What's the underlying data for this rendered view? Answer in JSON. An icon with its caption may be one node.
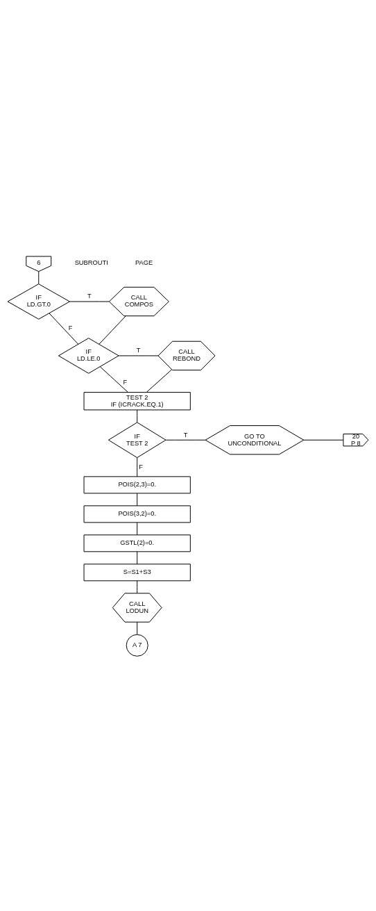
{
  "diagram": {
    "nodes": [
      {
        "text": [
          "6"
        ]
      },
      {
        "text": [
          "IF",
          "LD.GT.0"
        ]
      },
      {
        "text": [
          "CALL",
          "COMPOS"
        ]
      },
      {
        "text": [
          "IF",
          "LD.LE.0"
        ]
      },
      {
        "text": [
          "CALL",
          "REBOND"
        ]
      },
      {
        "text": [
          "TEST 2",
          "IF (ICRACK.EQ.1)"
        ]
      },
      {
        "text": [
          "IF",
          "TEST 2"
        ]
      },
      {
        "text": [
          "GO TO",
          "UNCONDITIONAL"
        ]
      },
      {
        "text": [
          "20",
          "P 8"
        ]
      },
      {
        "text": [
          "POIS(2,3)=0."
        ]
      },
      {
        "text": [
          "POIS(3,2)=0."
        ]
      },
      {
        "text": [
          "GSTL(2)=0."
        ]
      },
      {
        "text": [
          "S=S1+S3"
        ]
      },
      {
        "text": [
          "CALL",
          "LODUN"
        ]
      },
      {
        "text": [
          "A 7"
        ]
      }
    ],
    "edges": [
      {
        "from": 0,
        "to": 1,
        "arrow": "none"
      },
      {
        "from": 1,
        "to": 2,
        "arrow": "none",
        "label": "T"
      },
      {
        "from": 1,
        "to": 3,
        "arrow": "none",
        "label": "F"
      },
      {
        "from": 2,
        "to": 3,
        "arrow": "none"
      },
      {
        "from": 3,
        "to": 4,
        "arrow": "none",
        "label": "T"
      },
      {
        "from": 3,
        "to": 5,
        "arrow": "none",
        "label": "F"
      },
      {
        "from": 4,
        "to": 5,
        "arrow": "none"
      },
      {
        "from": 5,
        "to": 6,
        "arrow": "none"
      },
      {
        "from": 6,
        "to": 7,
        "arrow": "none",
        "label": "T"
      },
      {
        "from": 7,
        "to": 8,
        "arrow": "none"
      },
      {
        "from": 6,
        "to": 9,
        "arrow": "none",
        "label": "F"
      },
      {
        "from": 9,
        "to": 10,
        "arrow": "none"
      },
      {
        "from": 10,
        "to": 11,
        "arrow": "none"
      },
      {
        "from": 11,
        "to": 12,
        "arrow": "none"
      },
      {
        "from": 12,
        "to": 13,
        "arrow": "none"
      },
      {
        "from": 13,
        "to": 14,
        "arrow": "none"
      }
    ],
    "labels": [
      "SUBROUTI",
      "PAGE"
    ]
  }
}
